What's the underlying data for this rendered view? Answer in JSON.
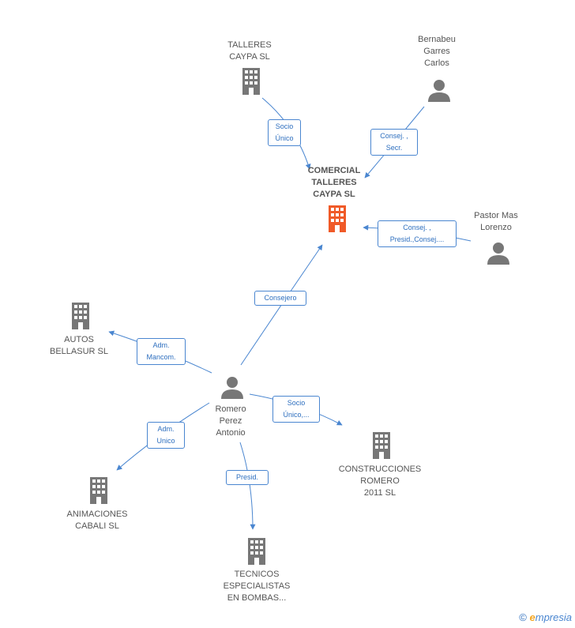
{
  "colors": {
    "edge": "#4a86d0",
    "node": "#777777",
    "main_node": "#f05a28"
  },
  "nodes": {
    "talleres_caypa": {
      "label": "TALLERES\nCAYPA SL",
      "icon": "building-icon"
    },
    "bernabeu": {
      "label": "Bernabeu\nGarres\nCarlos",
      "icon": "person-icon"
    },
    "comercial": {
      "label": "COMERCIAL\nTALLERES\nCAYPA SL",
      "icon": "building-icon"
    },
    "pastor": {
      "label": "Pastor Mas\nLorenzo",
      "icon": "person-icon"
    },
    "autos": {
      "label": "AUTOS\nBELLASUR SL",
      "icon": "building-icon"
    },
    "romero": {
      "label": "Romero\nPerez\nAntonio",
      "icon": "person-icon"
    },
    "construcciones": {
      "label": "CONSTRUCCIONES\nROMERO\n2011 SL",
      "icon": "building-icon"
    },
    "animaciones": {
      "label": "ANIMACIONES\nCABALI SL",
      "icon": "building-icon"
    },
    "tecnicos": {
      "label": "TECNICOS\nESPECIALISTAS\nEN BOMBAS...",
      "icon": "building-icon"
    }
  },
  "edges": {
    "socio_unico": "Socio\nÚnico",
    "consej_secr": "Consej. ,\nSecr.",
    "consej_presid": "Consej. ,\nPresid.,Consej....",
    "consejero": "Consejero",
    "adm_mancom": "Adm.\nMancom.",
    "socio_unico2": "Socio\nÚnico,...",
    "adm_unico": "Adm.\nUnico",
    "presid": "Presid."
  },
  "footer": {
    "copyright": "©",
    "brand_first": "e",
    "brand_rest": "mpresia"
  }
}
